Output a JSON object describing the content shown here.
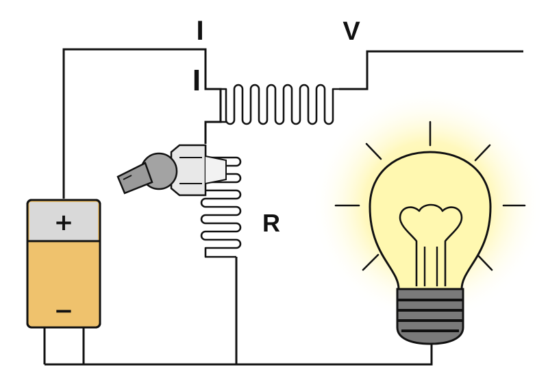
{
  "labels": {
    "current_top": "I",
    "current_side": "I",
    "voltage": "V",
    "resistance": "R"
  },
  "battery": {
    "positive_sign": "+",
    "negative_sign": "−"
  },
  "colors": {
    "wire": "#111111",
    "battery_top": "#d9d9d9",
    "battery_body": "#efc26d",
    "bulb_glow": "#fff27a",
    "bulb_base": "#7a7a7a",
    "probe": "#9a9a9a"
  },
  "icons": [
    "battery-icon",
    "light-bulb-icon",
    "hair-dryer-icon",
    "resistor-coil-icon",
    "heating-coil-icon"
  ]
}
